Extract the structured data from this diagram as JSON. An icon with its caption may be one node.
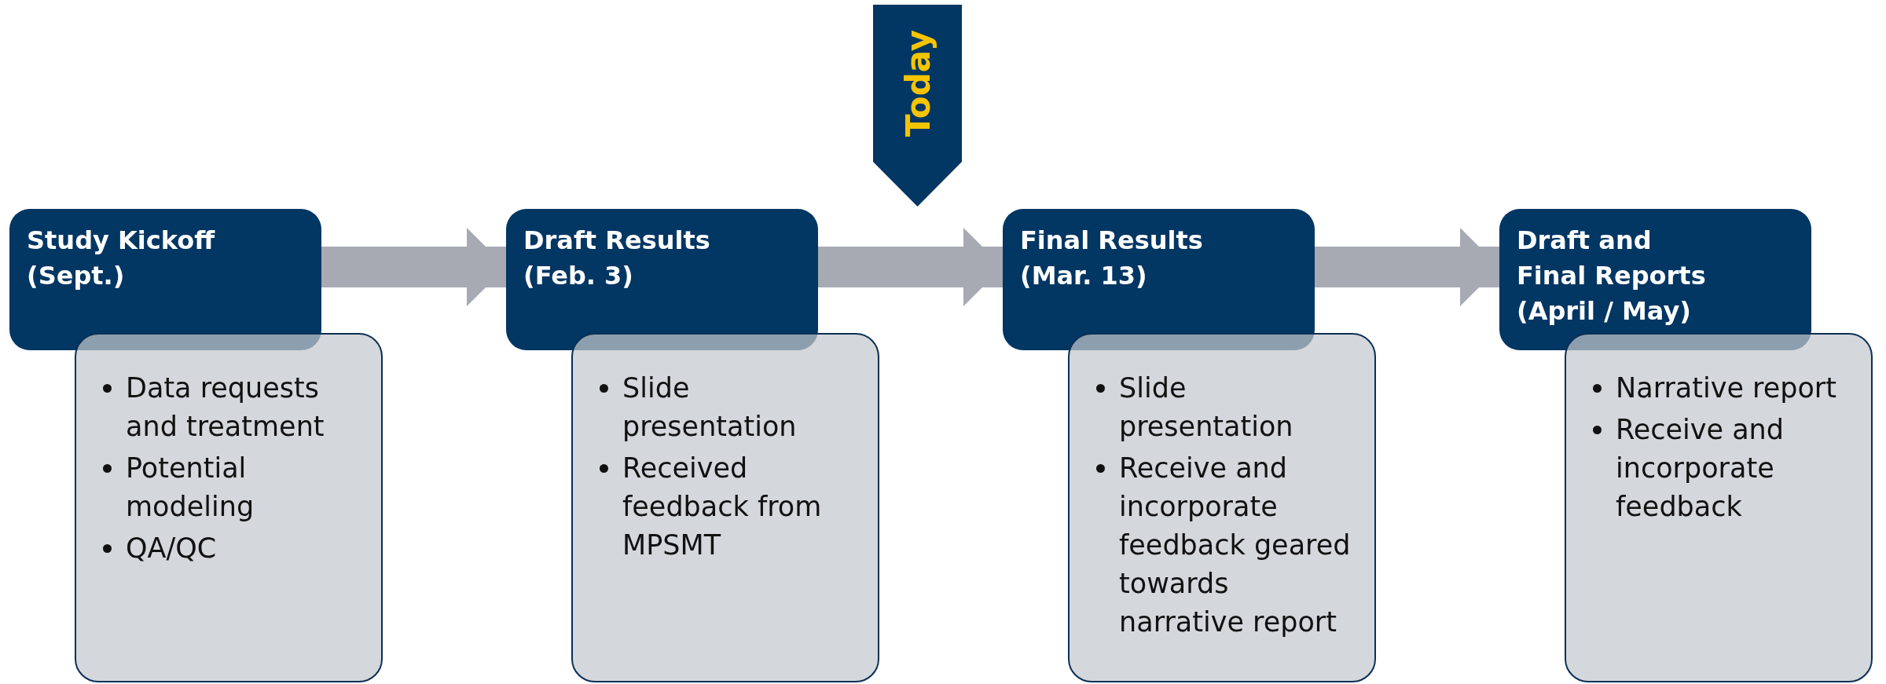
{
  "diagram": {
    "nodes": [
      {
        "text": [
          "Today"
        ]
      },
      {
        "text": [
          "Study Kickoff (Sept.)"
        ]
      },
      {
        "text": [
          "Data requests and treatment",
          "Potential modeling",
          "QA/QC"
        ]
      },
      {
        "text": [
          "Draft Results (Feb. 3)"
        ]
      },
      {
        "text": [
          "Slide presentation",
          "Received feedback from MPSMT"
        ]
      },
      {
        "text": [
          "Final Results (Mar. 13)"
        ]
      },
      {
        "text": [
          "Slide presentation",
          "Receive and incorporate feedback geared towards narrative report"
        ]
      },
      {
        "text": [
          "Draft and Final Reports (April / May)"
        ]
      },
      {
        "text": [
          "Narrative report",
          "Receive and incorporate feedback"
        ]
      }
    ],
    "edges": [
      {
        "from": 1,
        "to": 3,
        "arrow": "to"
      },
      {
        "from": 3,
        "to": 5,
        "arrow": "to"
      },
      {
        "from": 5,
        "to": 7,
        "arrow": "to"
      }
    ]
  }
}
